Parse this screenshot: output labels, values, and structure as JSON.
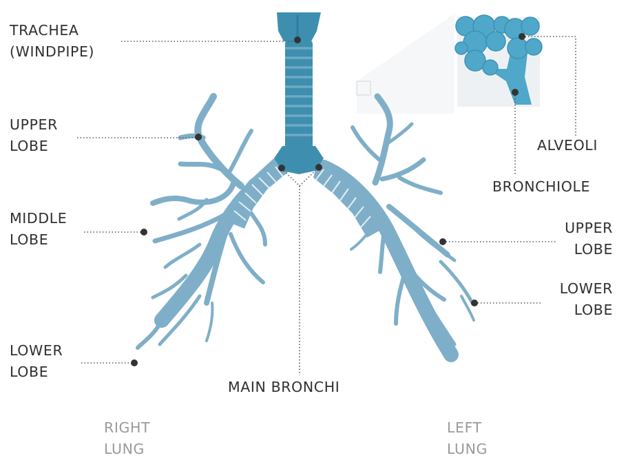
{
  "colors": {
    "airway": "#7FAFC8",
    "airway_dark": "#5E94B0",
    "trachea": "#3E8FAF",
    "trachea_dark": "#2E7C9C",
    "rings": "#6FA9C3",
    "alveoli": "#4FA8C9",
    "label_text": "#2f2f2f",
    "side_label_text": "#9a9a9a",
    "leader": "#555555"
  },
  "labels": {
    "trachea": [
      "TRACHEA",
      "(WINDPIPE)"
    ],
    "upper_lobe_right": [
      "UPPER",
      "LOBE"
    ],
    "middle_lobe": [
      "MIDDLE",
      "LOBE"
    ],
    "lower_lobe_right": [
      "LOWER",
      "LOBE"
    ],
    "main_bronchi": "MAIN BRONCHI",
    "alveoli": "ALVEOLI",
    "bronchiole": "BRONCHIOLE",
    "upper_lobe_left": [
      "UPPER",
      "LOBE"
    ],
    "lower_lobe_left": [
      "LOWER",
      "LOBE"
    ],
    "right_lung": [
      "RIGHT",
      "LUNG"
    ],
    "left_lung": [
      "LEFT",
      "LUNG"
    ]
  }
}
